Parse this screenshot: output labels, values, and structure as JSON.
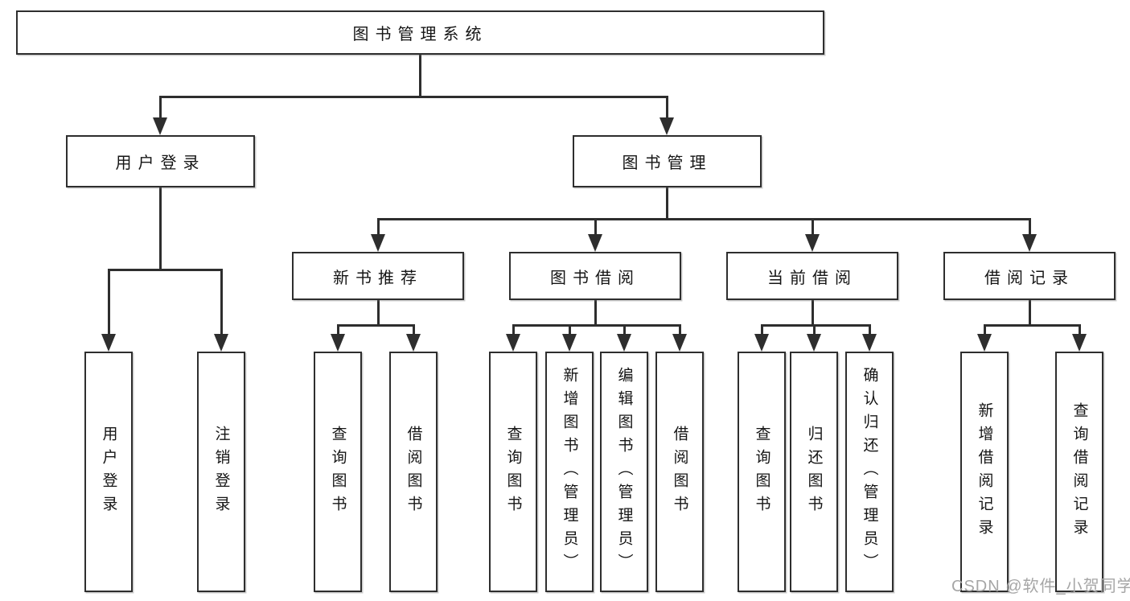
{
  "diagram_type": "hierarchy-tree",
  "tree": {
    "label": "图书管理系统",
    "children": [
      {
        "label": "用户登录",
        "children": [
          {
            "label": "用户登录"
          },
          {
            "label": "注销登录"
          }
        ]
      },
      {
        "label": "图书管理",
        "children": [
          {
            "label": "新书推荐",
            "children": [
              {
                "label": "查询图书"
              },
              {
                "label": "借阅图书"
              }
            ]
          },
          {
            "label": "图书借阅",
            "children": [
              {
                "label": "查询图书"
              },
              {
                "label": "新增图书（管理员）"
              },
              {
                "label": "编辑图书（管理员）"
              },
              {
                "label": "借阅图书"
              }
            ]
          },
          {
            "label": "当前借阅",
            "children": [
              {
                "label": "查询图书"
              },
              {
                "label": "归还图书"
              },
              {
                "label": "确认归还（管理员）"
              }
            ]
          },
          {
            "label": "借阅记录",
            "children": [
              {
                "label": "新增借阅记录"
              },
              {
                "label": "查询借阅记录"
              }
            ]
          }
        ]
      }
    ]
  },
  "watermark": "CSDN @软件_小贺同学",
  "colors": {
    "line": "#2e2e2e",
    "text": "#151515",
    "watermark": "#a6a6a6",
    "background": "#ffffff"
  }
}
